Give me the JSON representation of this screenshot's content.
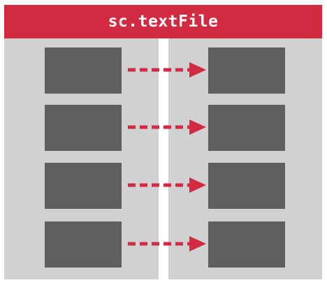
{
  "header": {
    "title": "sc.textFile"
  },
  "colors": {
    "header_background": "#d12a41",
    "header_text": "#ffffff",
    "panel_background": "#d1d1d3",
    "block_fill": "#5f5f62",
    "arrow_color": "#d12a41",
    "divider": "#ffffff"
  },
  "rows": [
    {
      "source": "block",
      "arrow": "dashed-arrow-right",
      "target": "block"
    },
    {
      "source": "block",
      "arrow": "dashed-arrow-right",
      "target": "block"
    },
    {
      "source": "block",
      "arrow": "dashed-arrow-right",
      "target": "block"
    },
    {
      "source": "block",
      "arrow": "dashed-arrow-right",
      "target": "block"
    }
  ]
}
